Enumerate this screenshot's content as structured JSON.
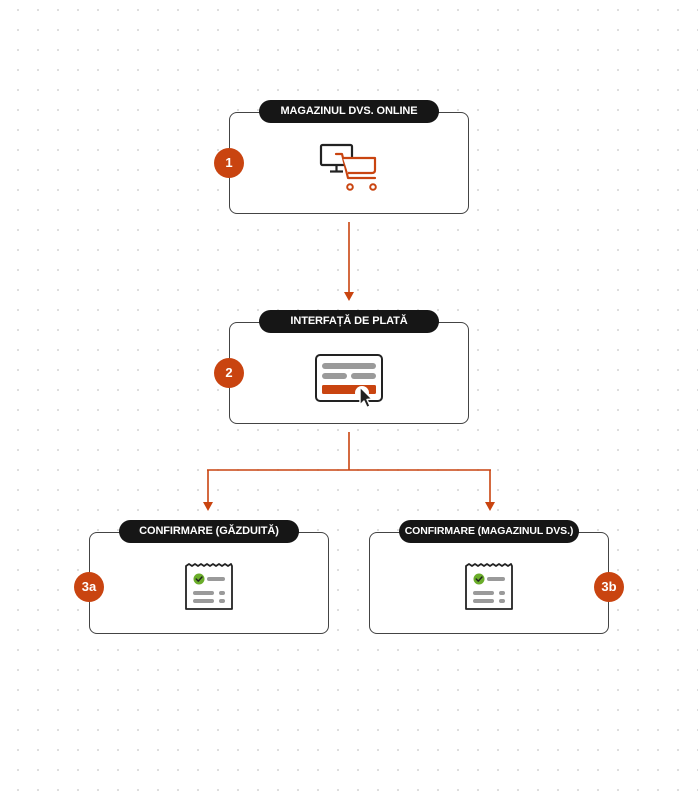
{
  "steps": [
    {
      "number": "1",
      "title": "MAGAZINUL DVS. ONLINE",
      "icon": "monitor-cart-icon"
    },
    {
      "number": "2",
      "title": "INTERFAȚĂ DE PLATĂ",
      "icon": "payment-form-icon"
    },
    {
      "number": "3a",
      "title": "CONFIRMARE (GĂZDUITĂ)",
      "icon": "receipt-check-icon"
    },
    {
      "number": "3b",
      "title": "CONFIRMARE (MAGAZINUL DVS.)",
      "icon": "receipt-check-icon"
    }
  ],
  "colors": {
    "accent": "#c94410",
    "pill_bg": "#161616",
    "card_border": "#444444",
    "check_green": "#6aad2a",
    "bar_gray": "#9a9a9a"
  }
}
